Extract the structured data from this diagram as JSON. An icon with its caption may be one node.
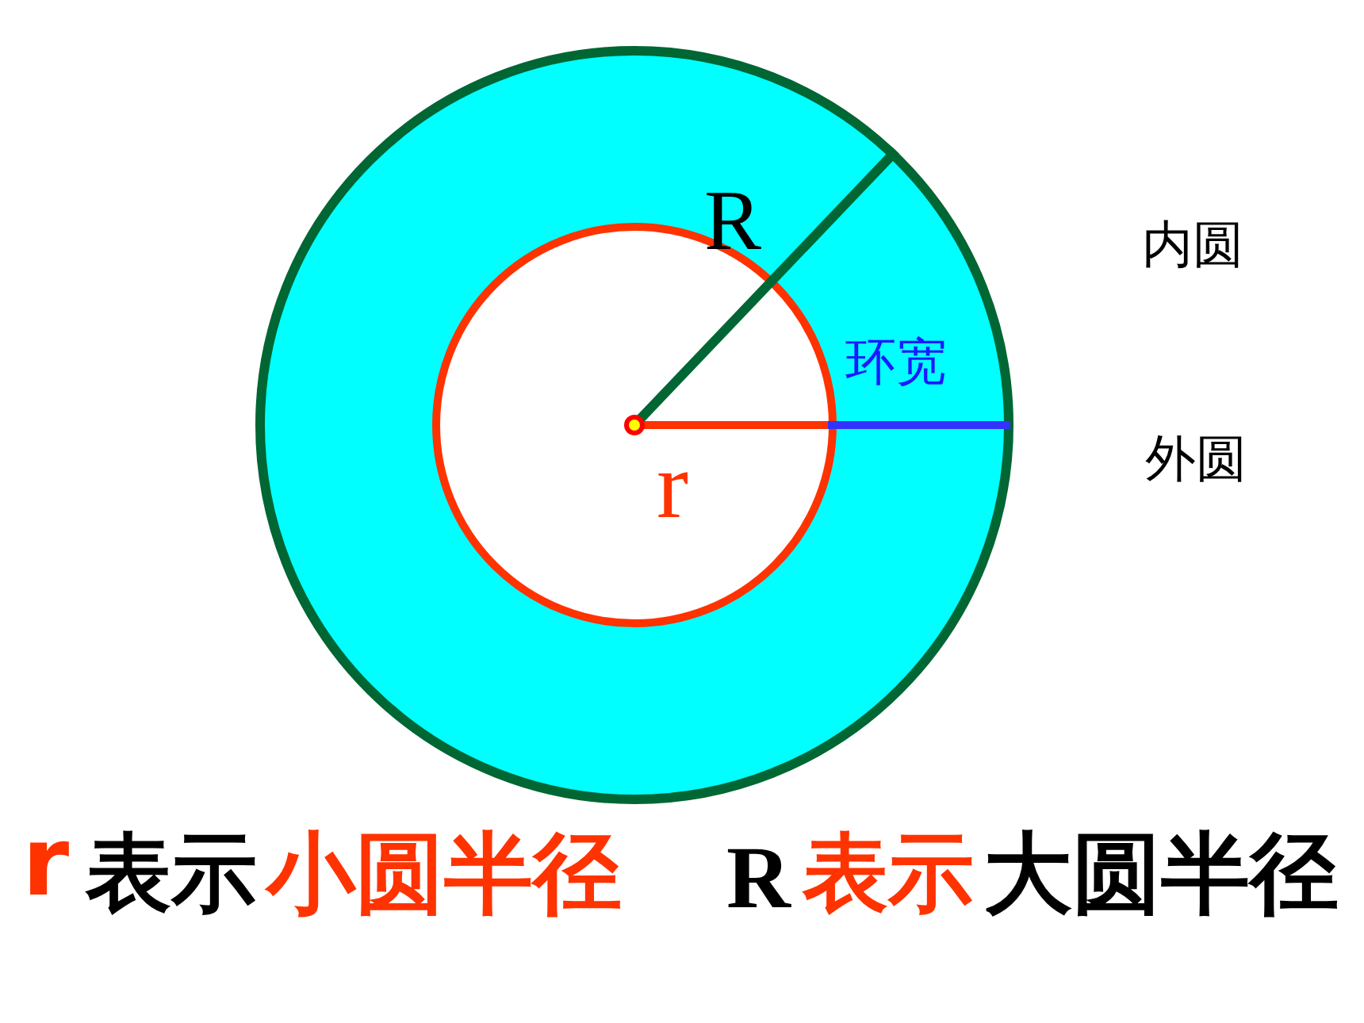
{
  "diagram": {
    "labels": [
      "R",
      "内圆",
      "环宽",
      "外圆",
      "r",
      "r",
      "表示",
      "小圆半径",
      "R",
      "表示",
      "大圆半径"
    ]
  }
}
